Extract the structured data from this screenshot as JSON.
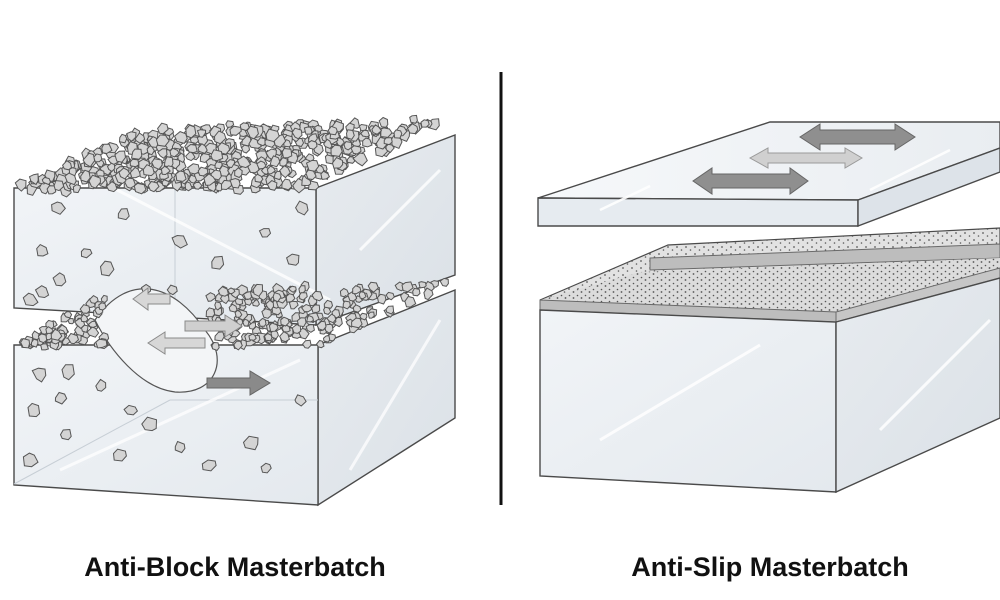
{
  "captions": {
    "left": "Anti-Block Masterbatch",
    "right": "Anti-Slip Masterbatch"
  },
  "colors": {
    "outline": "#4a4a4a",
    "face_front": "#eef1f4",
    "face_side": "#e1e6eb",
    "face_top": "#f4f6f8",
    "particle_fill": "#d4d4d4",
    "particle_stroke": "#555555",
    "arrow_dark": "#8a8a8a",
    "arrow_light": "#cfcfcf",
    "divider": "#111111"
  },
  "icons": {
    "left": [
      "anti-block-diagram",
      "particle-layer",
      "arrow-icon"
    ],
    "right": [
      "anti-slip-diagram",
      "textured-surface",
      "arrow-icon"
    ]
  }
}
